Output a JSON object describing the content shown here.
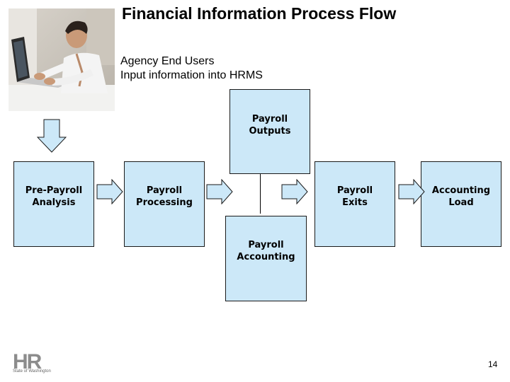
{
  "slide": {
    "title": "Financial Information Process Flow",
    "subtitle_line1": "Agency End Users",
    "subtitle_line2": "Input information into HRMS",
    "page_number": "14"
  },
  "boxes": {
    "pre_payroll": {
      "line1": "Pre-Payroll",
      "line2": "Analysis"
    },
    "payroll_processing": {
      "line1": "Payroll",
      "line2": "Processing"
    },
    "payroll_outputs": {
      "line1": "Payroll",
      "line2": "Outputs"
    },
    "payroll_exits": {
      "line1": "Payroll",
      "line2": "Exits"
    },
    "accounting_load": {
      "line1": "Accounting",
      "line2": "Load"
    },
    "payroll_accounting": {
      "line1": "Payroll",
      "line2": "Accounting"
    }
  },
  "logo": {
    "letters": "HR",
    "tagline": "State of Washington"
  },
  "colors": {
    "box_fill": "#cce8f8",
    "arrow_fill": "#cce8f8",
    "border": "#1a1a1a"
  }
}
